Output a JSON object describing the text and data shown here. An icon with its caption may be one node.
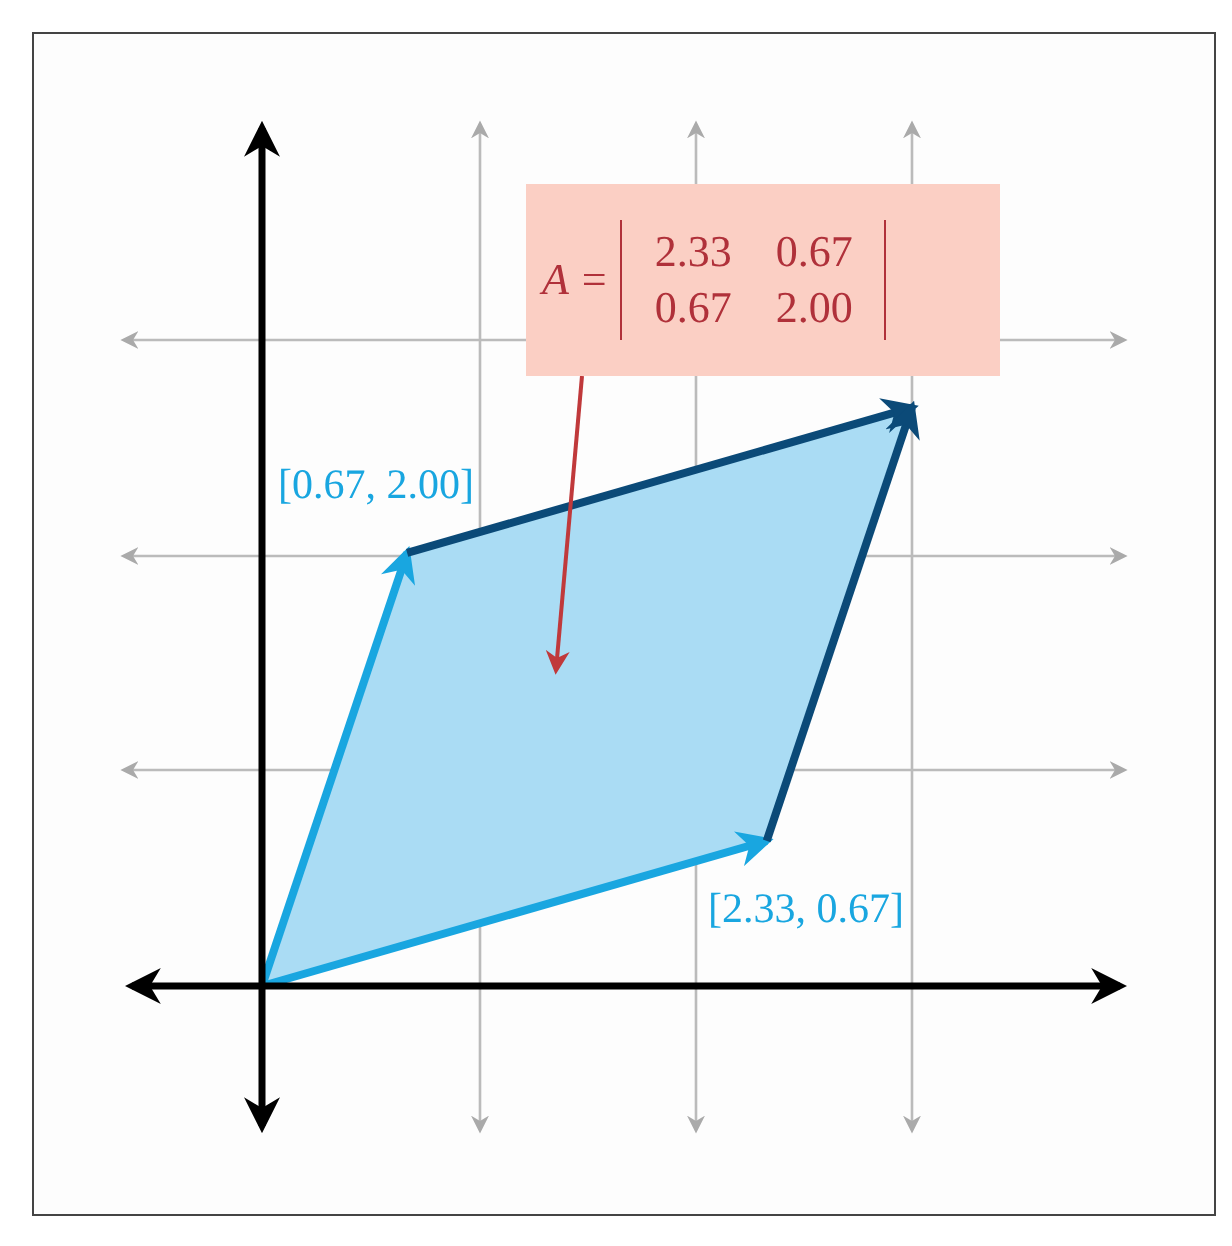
{
  "diagram": {
    "nodes": [
      {
        "text": [
          "A =",
          "2.33",
          "0.67",
          "0.67",
          "2.00"
        ]
      },
      {
        "text": [],
        "shape": "parallelogram"
      }
    ],
    "edges": [
      {
        "from": 0,
        "to": 1,
        "arrow": "to",
        "color": "#c0393b"
      }
    ],
    "labels": [
      "[0.67, 2.00]",
      "[2.33, 0.67]"
    ]
  }
}
